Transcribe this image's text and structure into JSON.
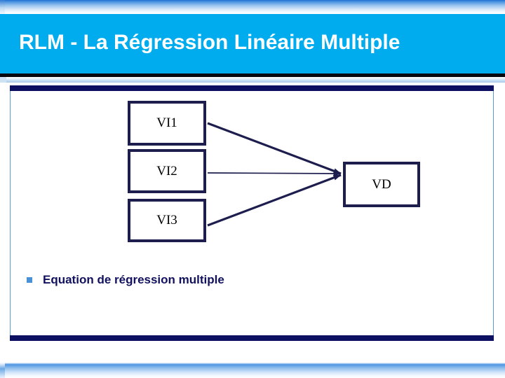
{
  "slide": {
    "title": "RLM - La Régression Linéaire Multiple",
    "header_band_color": "#00acee",
    "title_color": "#ffffff",
    "frame_border_color": "#0d1060",
    "accent_color": "#5d9bd5"
  },
  "diagram": {
    "type": "path-diagram",
    "node_border_color": "#1d1d4e",
    "node_text_color": "#000000",
    "arrow_color": "#1d1d4e",
    "predictors": [
      {
        "id": "vi1",
        "label": "VI1"
      },
      {
        "id": "vi2",
        "label": "VI2"
      },
      {
        "id": "vi3",
        "label": "VI3"
      }
    ],
    "outcome": {
      "id": "vd",
      "label": "VD"
    },
    "arrows": [
      {
        "from": "vi1",
        "to": "vd"
      },
      {
        "from": "vi2",
        "to": "vd"
      },
      {
        "from": "vi3",
        "to": "vd"
      }
    ]
  },
  "bullets": [
    {
      "marker": "square-bullet",
      "marker_color": "#4a90d9",
      "text": "Equation de régression multiple",
      "text_color": "#11115e"
    }
  ]
}
